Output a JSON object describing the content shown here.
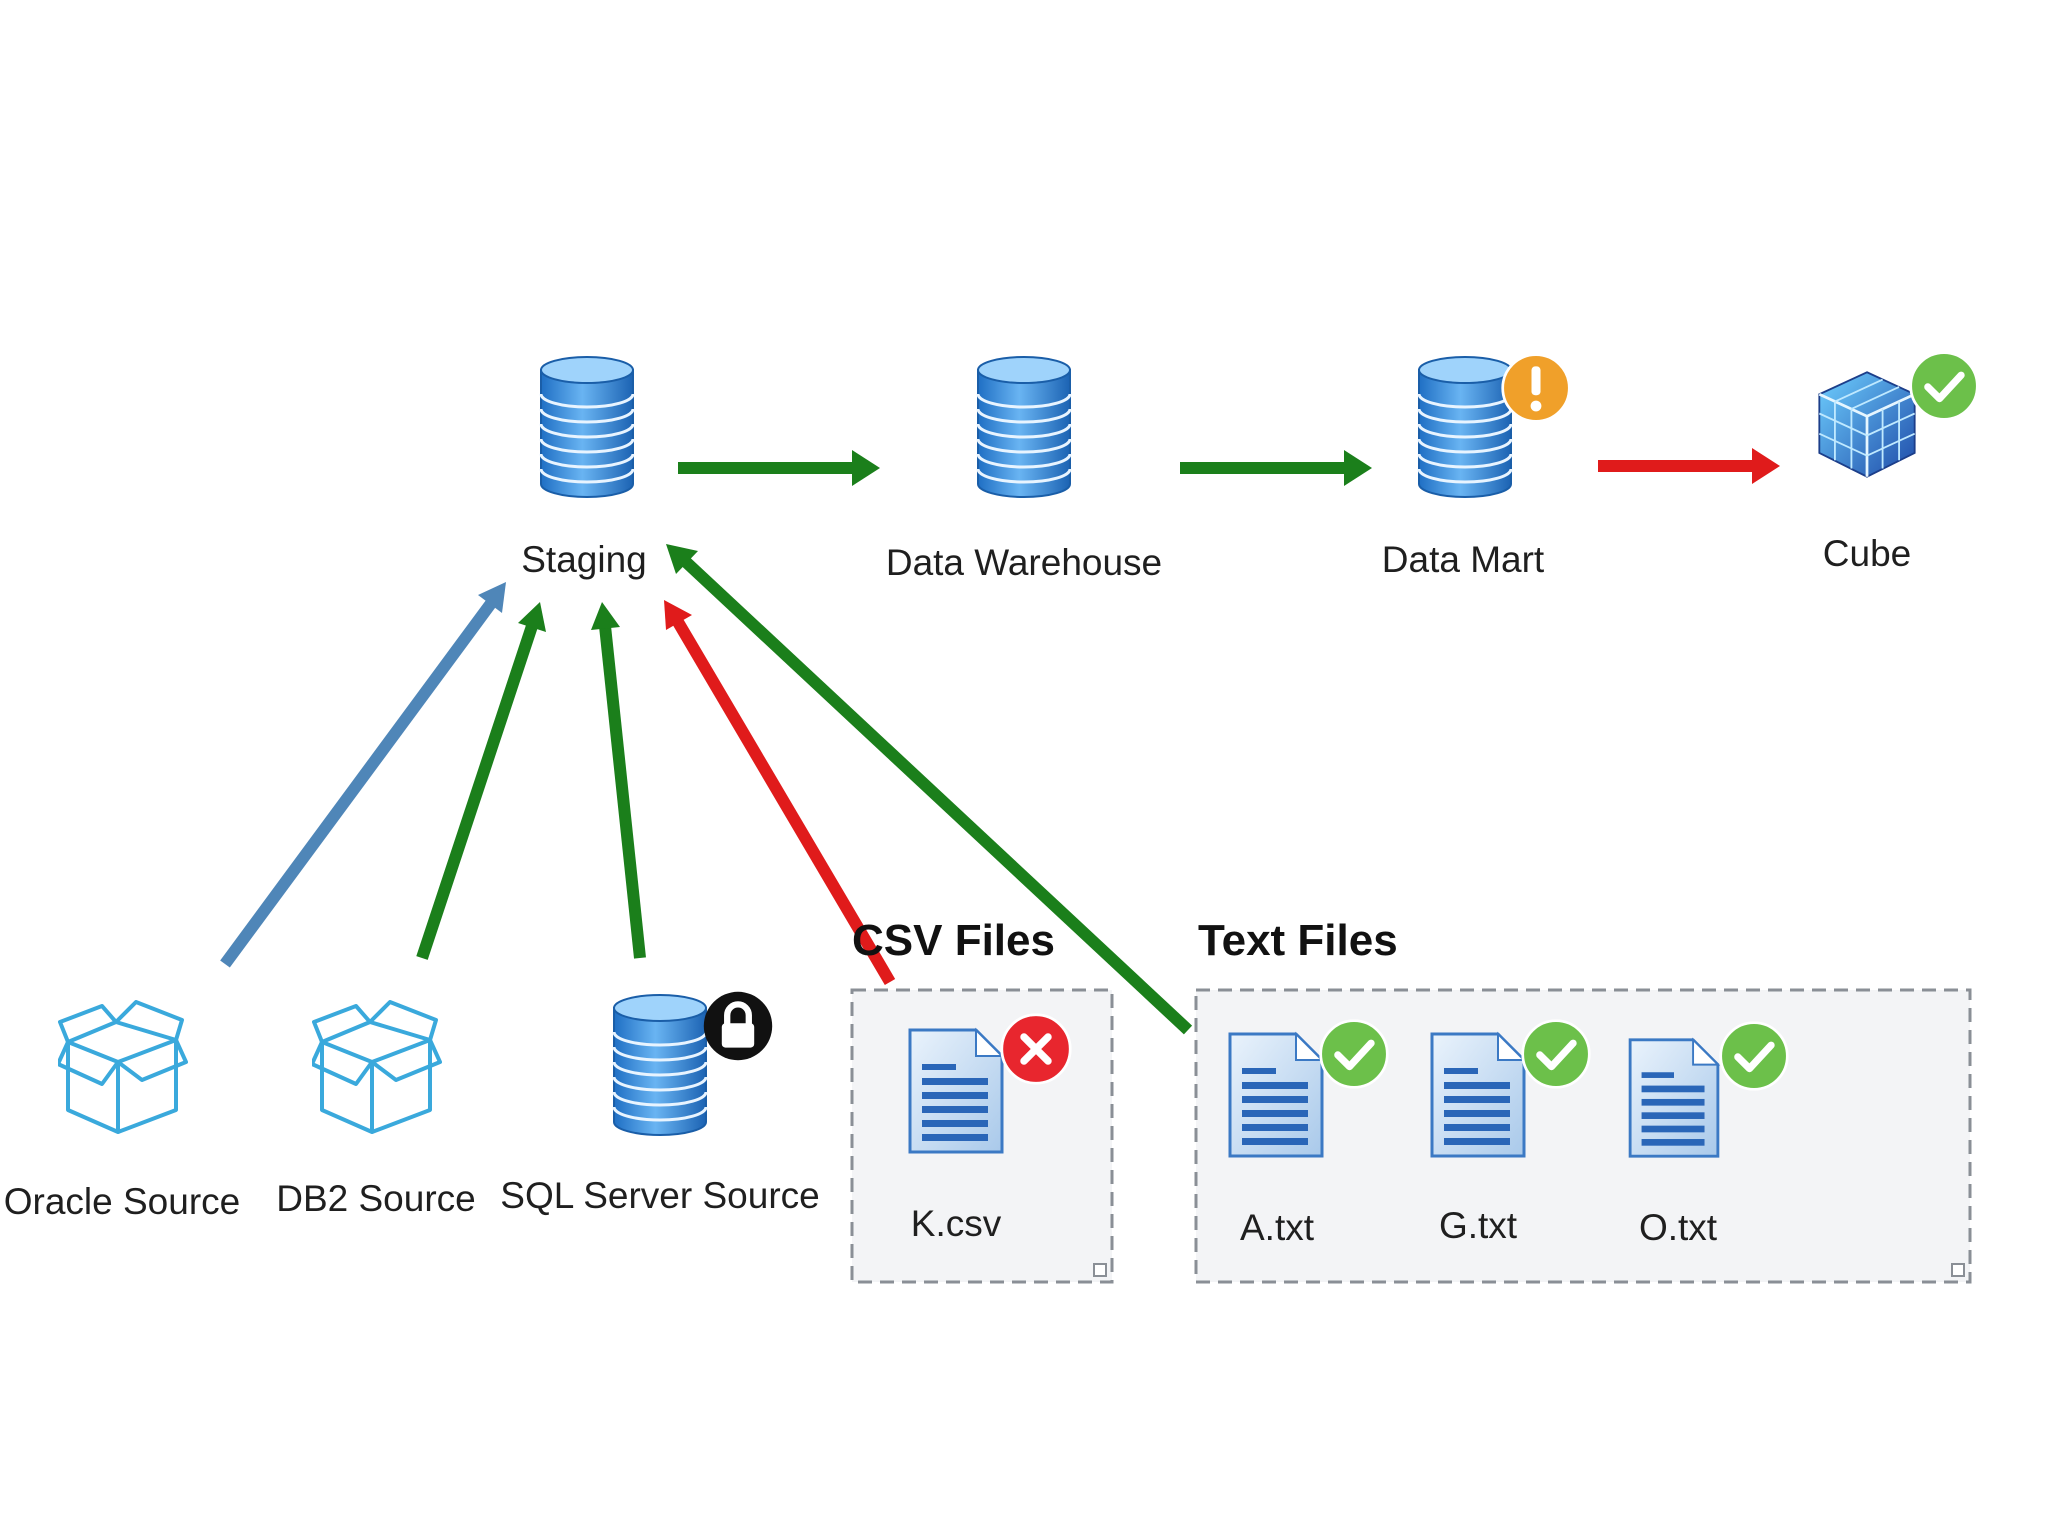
{
  "nodes": {
    "staging": {
      "label": "Staging"
    },
    "data_warehouse": {
      "label": "Data Warehouse"
    },
    "data_mart": {
      "label": "Data Mart",
      "status": "warning-icon"
    },
    "cube": {
      "label": "Cube",
      "status": "check-icon"
    },
    "oracle_source": {
      "label": "Oracle Source"
    },
    "db2_source": {
      "label": "DB2 Source"
    },
    "sql_server_source": {
      "label": "SQL Server Source",
      "status": "lock-icon"
    }
  },
  "groups": {
    "csv_files": {
      "title": "CSV Files",
      "files": [
        {
          "label": "K.csv",
          "status": "error-icon"
        }
      ]
    },
    "text_files": {
      "title": "Text Files",
      "files": [
        {
          "label": "A.txt",
          "status": "check-icon"
        },
        {
          "label": "G.txt",
          "status": "check-icon"
        },
        {
          "label": "O.txt",
          "status": "check-icon"
        }
      ]
    }
  },
  "edges": [
    {
      "from": "staging",
      "to": "data_warehouse",
      "state": "success"
    },
    {
      "from": "data_warehouse",
      "to": "data_mart",
      "state": "success"
    },
    {
      "from": "data_mart",
      "to": "cube",
      "state": "failed"
    },
    {
      "from": "oracle_source",
      "to": "staging",
      "state": "pending"
    },
    {
      "from": "db2_source",
      "to": "staging",
      "state": "success"
    },
    {
      "from": "sql_server_source",
      "to": "staging",
      "state": "success"
    },
    {
      "from": "csv_files",
      "to": "staging",
      "state": "failed"
    },
    {
      "from": "text_files",
      "to": "staging",
      "state": "success"
    }
  ],
  "colors": {
    "success": "#1b7f1b",
    "failed": "#e01b1b",
    "pending": "#4f86b8",
    "db_blue": "#3d8fdb",
    "warning": "#f0a02a",
    "ok": "#6cc04a",
    "error": "#e8262e",
    "lock": "#111111",
    "box_outline": "#3aa9dc",
    "group_fill": "#f3f4f6",
    "group_border": "#8a8f96"
  }
}
